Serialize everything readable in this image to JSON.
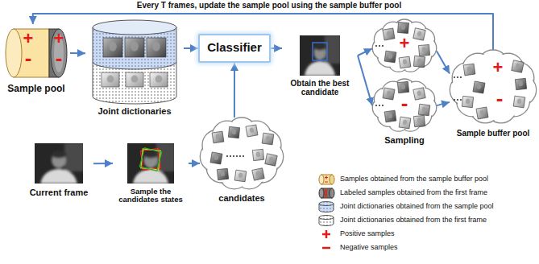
{
  "diagram": {
    "nodes": [
      {
        "text": [
          "+",
          "-",
          "+",
          "-",
          "Sample pool"
        ]
      },
      {
        "text": [
          "Joint dictionaries"
        ]
      },
      {
        "text": [
          "Classifier"
        ]
      },
      {
        "text": [
          "Obtain the best candidate"
        ]
      },
      {
        "text": [
          "+"
        ]
      },
      {
        "text": [
          "-",
          "Sampling"
        ]
      },
      {
        "text": [
          "+",
          "-",
          "Sample buffer pool"
        ]
      },
      {
        "text": [
          "Current frame"
        ]
      },
      {
        "text": [
          "Sample the candidates states"
        ]
      },
      {
        "text": [
          "candidates"
        ]
      }
    ],
    "edges": [
      {
        "from": 0,
        "to": 1,
        "arrow": "to"
      },
      {
        "from": 1,
        "to": 2,
        "arrow": "to"
      },
      {
        "from": 2,
        "to": 3,
        "arrow": "to"
      },
      {
        "from": 3,
        "to": 4,
        "arrow": "to"
      },
      {
        "from": 3,
        "to": 5,
        "arrow": "to"
      },
      {
        "from": 4,
        "to": 6,
        "arrow": "to"
      },
      {
        "from": 5,
        "to": 6,
        "arrow": "to"
      },
      {
        "from": 7,
        "to": 8,
        "arrow": "to"
      },
      {
        "from": 8,
        "to": 9,
        "arrow": "to"
      },
      {
        "from": 9,
        "to": 2,
        "arrow": "to"
      },
      {
        "from": 6,
        "to": 0,
        "label": "Every T frames, update the sample pool using the sample buffer pool",
        "arrow": "to"
      }
    ],
    "legend": [
      {
        "text": "Samples obtained from the sample buffer pool"
      },
      {
        "text": "Labeled samples obtained from the first frame"
      },
      {
        "text": "Joint dictionaries obtained from the sample pool"
      },
      {
        "text": "Joint dictionaries obtained from the first frame"
      },
      {
        "text": "Positive samples"
      },
      {
        "text": "Negative samples"
      }
    ]
  }
}
